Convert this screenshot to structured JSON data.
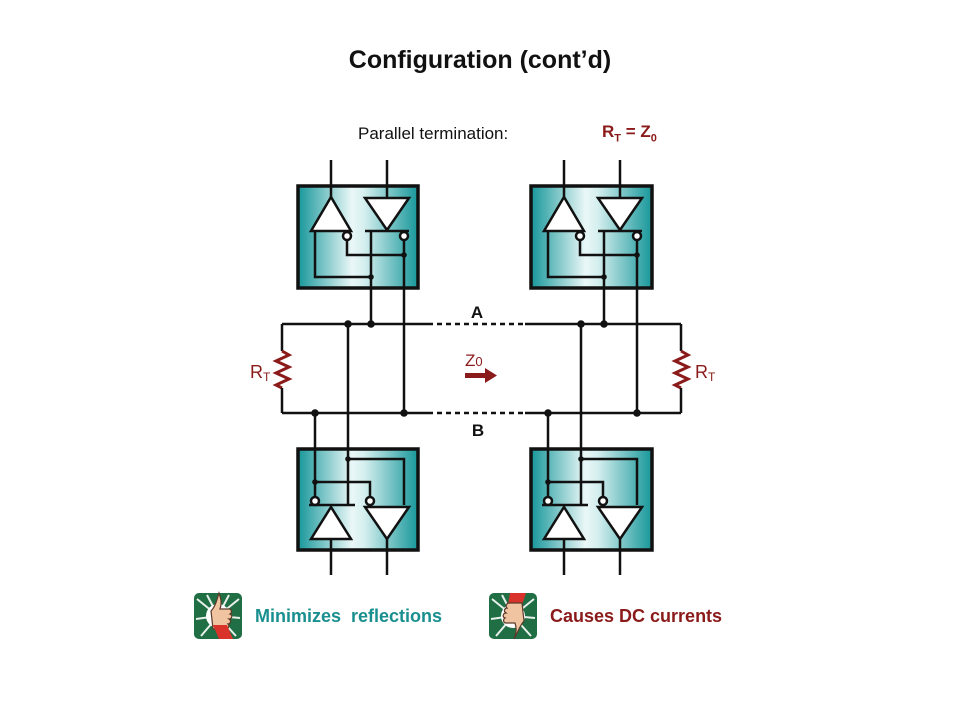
{
  "slide": {
    "title": "Configuration (cont’d)",
    "subtitle": "Parallel termination:",
    "formula": {
      "lhs": "R",
      "lhs_sub": "T",
      "eq": " = ",
      "rhs": "Z",
      "rhs_sub": "0"
    }
  },
  "diagram": {
    "bus_a_label": "A",
    "bus_b_label": "B",
    "impedance_label": "Z",
    "impedance_sub": "0",
    "resistor_left": {
      "label": "R",
      "sub": "T"
    },
    "resistor_right": {
      "label": "R",
      "sub": "T"
    },
    "transceivers": [
      "top-left",
      "top-right",
      "bottom-left",
      "bottom-right"
    ],
    "colors": {
      "box_teal": "#1a9a9a",
      "wire": "#111111",
      "accent_red": "#8b1a1a"
    }
  },
  "bullets": [
    {
      "icon": "thumbs-up-icon",
      "text": "Minimizes  reflections",
      "color": "#1a8f8f"
    },
    {
      "icon": "thumbs-down-icon",
      "text": "Causes DC currents",
      "color": "#8b1a1a"
    }
  ]
}
